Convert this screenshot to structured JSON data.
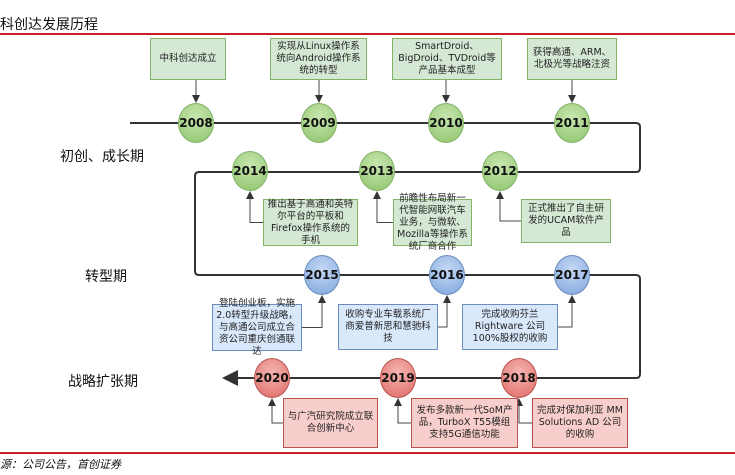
{
  "title": "科创达发展历程",
  "phases": [
    "初创、成长期",
    "转型期",
    "战略扩张期"
  ],
  "events": [
    {
      "year": "2008",
      "text": "中科创达成立",
      "color": "green"
    },
    {
      "year": "2009",
      "text": "实现从Linux操作系统向Android操作系统的转型",
      "color": "green"
    },
    {
      "year": "2010",
      "text": "SmartDroid、BigDroid、TVDroid等产品基本成型",
      "color": "green"
    },
    {
      "year": "2011",
      "text": "获得高通、ARM、北极光等战略注资",
      "color": "green"
    },
    {
      "year": "2012",
      "text": "正式推出了自主研发的UCAM软件产品",
      "color": "green"
    },
    {
      "year": "2013",
      "text": "前瞻性布局新一代智能网联汽车业务，与微软、Mozilla等操作系统厂商合作",
      "color": "green"
    },
    {
      "year": "2014",
      "text": "推出基于高通和英特尔平台的平板和Firefox操作系统的手机",
      "color": "green"
    },
    {
      "year": "2015",
      "text": "登陆创业板，实施2.0转型升级战略，与高通公司成立合资公司重庆创通联达",
      "color": "blue"
    },
    {
      "year": "2016",
      "text": "收购专业车载系统厂商爱普新思和慧驰科技",
      "color": "blue"
    },
    {
      "year": "2017",
      "text": "完成收购芬兰Rightware 公司100%股权的收购",
      "color": "blue"
    },
    {
      "year": "2018",
      "text": "完成对保加利亚 MM Solutions AD 公司的收购",
      "color": "red"
    },
    {
      "year": "2019",
      "text": "发布多款新一代SoM产品，TurboX T55模组支持5G通信功能",
      "color": "red"
    },
    {
      "year": "2020",
      "text": "与广汽研究院成立联合创新中心",
      "color": "red"
    }
  ],
  "source": "源：公司公告，首创证券"
}
